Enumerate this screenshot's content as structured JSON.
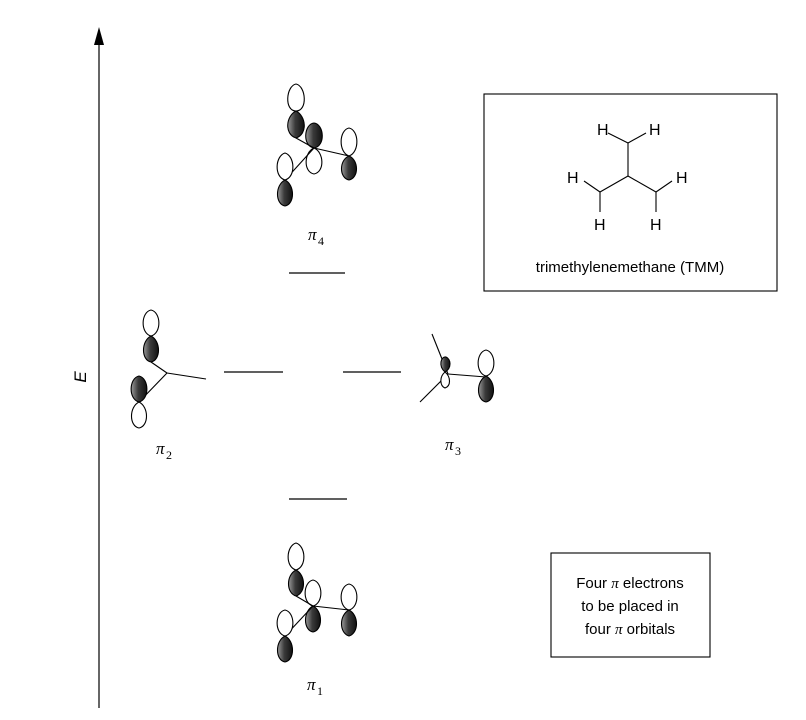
{
  "axis": {
    "label": "E"
  },
  "orbitals": {
    "pi4": {
      "symbol": "π",
      "subscript": "4"
    },
    "pi2": {
      "symbol": "π",
      "subscript": "2"
    },
    "pi3": {
      "symbol": "π",
      "subscript": "3"
    },
    "pi1": {
      "symbol": "π",
      "subscript": "1"
    }
  },
  "structure_box": {
    "caption": "trimethylenemethane (TMM)",
    "atoms": [
      "H",
      "H",
      "H",
      "H",
      "H",
      "H"
    ]
  },
  "note_box": {
    "lines": [
      {
        "a": "Four ",
        "sym": "π",
        "b": " electrons"
      },
      {
        "a": "to be placed in",
        "sym": "",
        "b": ""
      },
      {
        "a": "four ",
        "sym": "π",
        "b": " orbitals"
      }
    ]
  },
  "colors": {
    "ink": "#000000",
    "lobe_shade": "#3a3a3a"
  }
}
